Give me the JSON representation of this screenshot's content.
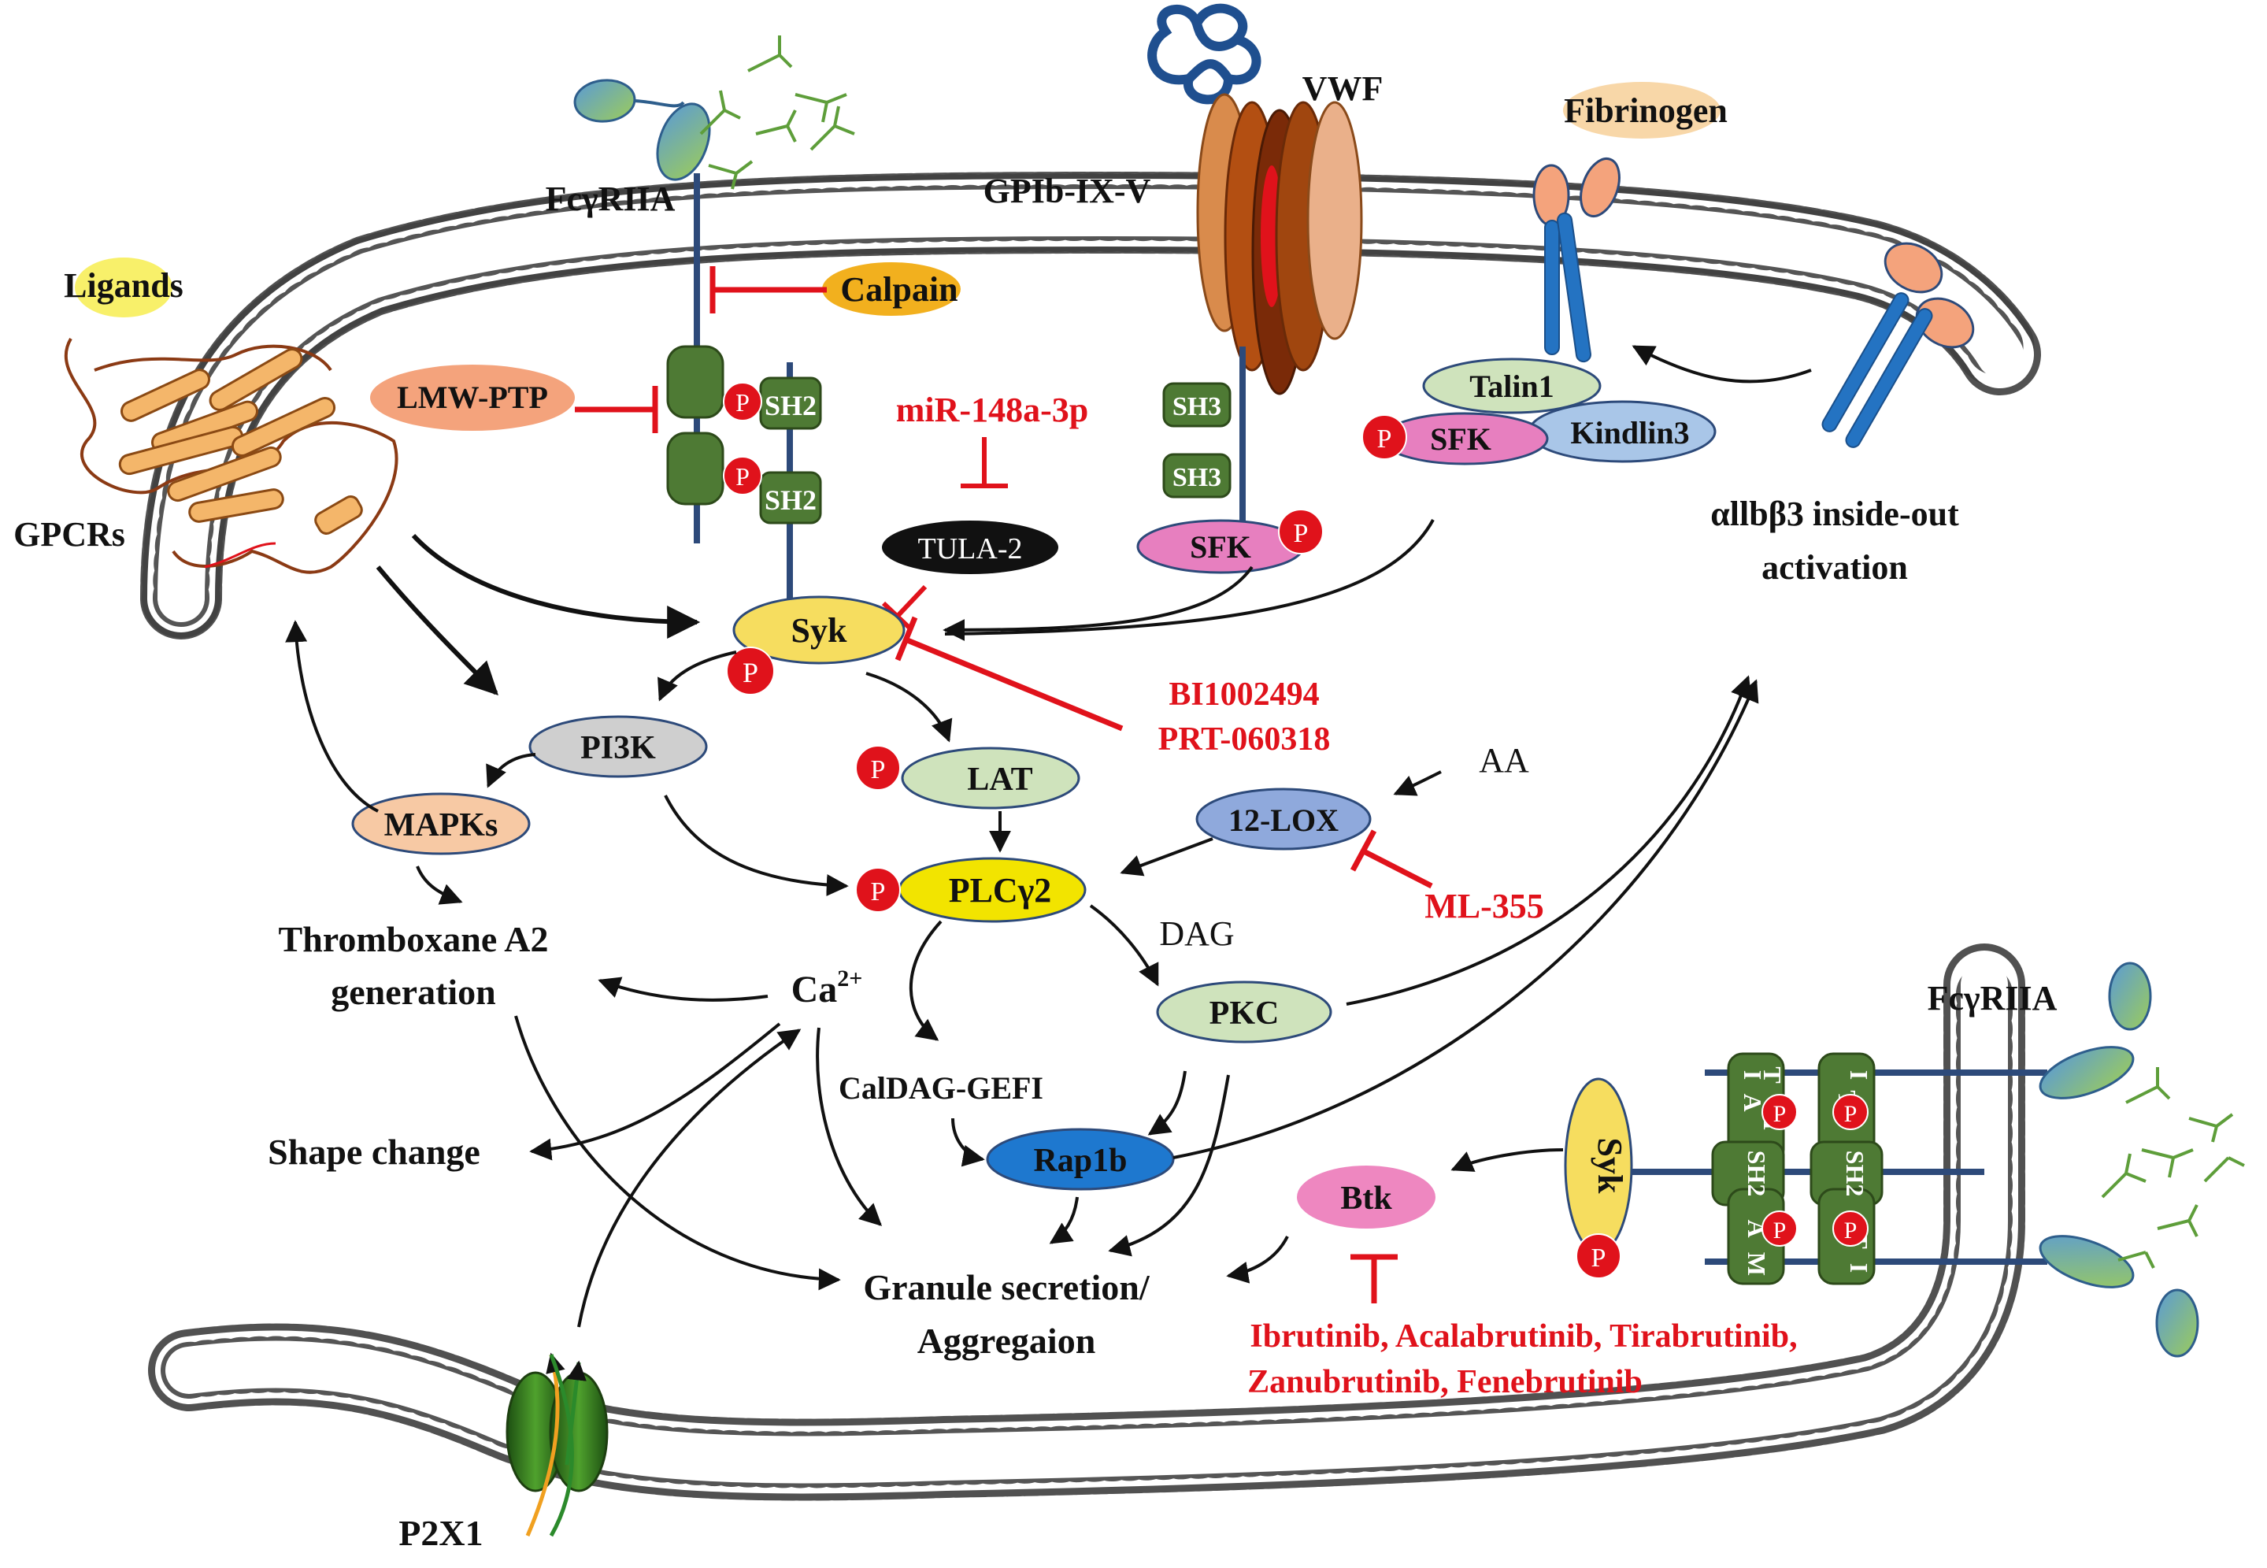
{
  "labels": {
    "ligands": "Ligands",
    "gpcrs": "GPCRs",
    "fcgriia_top": "FcγRIIA",
    "calpain": "Calpain",
    "gpib": "GPIb-IX-V",
    "vwf": "VWF",
    "fibrinogen": "Fibrinogen",
    "lmw_ptp": "LMW-PTP",
    "sh2_a": "SH2",
    "sh2_b": "SH2",
    "mir": "miR-148a-3p",
    "tula2": "TULA-2",
    "sh3_a": "SH3",
    "sh3_b": "SH3",
    "sfk_mid": "SFK",
    "talin": "Talin1",
    "sfk_right": "SFK",
    "kindlin": "Kindlin3",
    "integrin_line1": "αllbβ3 inside-out",
    "integrin_line2": "activation",
    "syk": "Syk",
    "bi": "BI1002494",
    "prt": "PRT-060318",
    "pi3k": "PI3K",
    "mapks": "MAPKs",
    "lat": "LAT",
    "aa": "AA",
    "lox": "12-LOX",
    "plcg2": "PLCγ2",
    "ml355": "ML-355",
    "dag": "DAG",
    "txa2_line1": "Thromboxane A2",
    "txa2_line2": "generation",
    "ca": "Ca",
    "ca_sup": "2+",
    "pkc": "PKC",
    "caldag": "CalDAG-GEFI",
    "rap1b": "Rap1b",
    "shape": "Shape change",
    "granule_line1": "Granule secretion/",
    "granule_line2": "Aggregaion",
    "fcgriia_right": "FcγRIIA",
    "syk_right": "Syk",
    "btk": "Btk",
    "btk_inh_line1": "Ibrutinib, Acalabrutinib, Tirabrutinib,",
    "btk_inh_line2": "Zanubrutinib, Fenebrutinib",
    "p2x1": "P2X1",
    "p": "P",
    "itam_i": "I",
    "itam_t": "T",
    "itam_a": "A",
    "itam_m": "M",
    "itam_sh2": "SH2"
  },
  "colors": {
    "inhibitor": "#e0121b",
    "phospho": "#e0121b",
    "syk": "#f6dd5f",
    "plc": "#f2e400",
    "grey_node": "#cfcfcf",
    "green_node": "#cfe3bc",
    "sfk_pink": "#e77fbf",
    "kindlin_blue": "#a9c6e8",
    "lox_blue": "#8fa9dc",
    "rap1b_blue": "#1e78cf",
    "btk_pink": "#ee87c0",
    "mapk_peach": "#f7c9a4",
    "lmw_orange": "#f4a37c",
    "calpain": "#f2b01e",
    "domain_green": "#4e7a34",
    "membrane_dark": "#3c3c3c"
  }
}
